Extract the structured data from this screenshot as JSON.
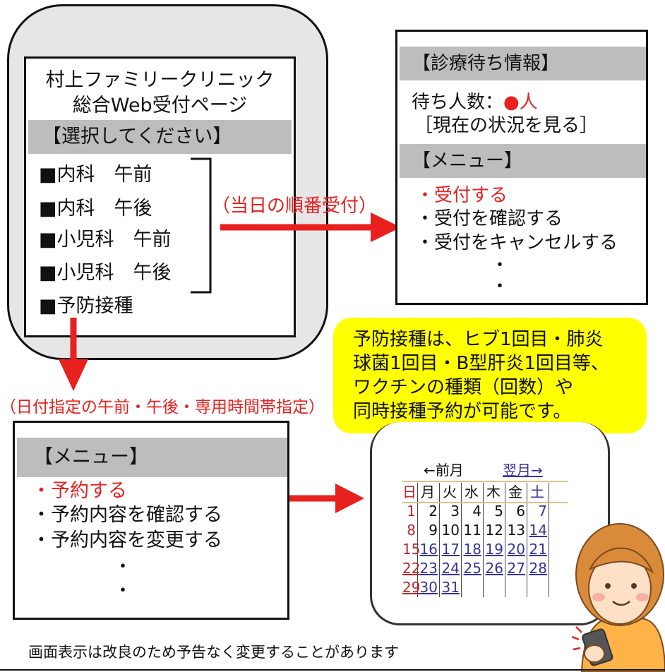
{
  "phone_screen": {
    "clinic_name": "村上ファミリークリニック",
    "page_title": "総合Web受付ページ",
    "select_header": "【選択してください】",
    "options": [
      "■内科　午前",
      "■内科　午後",
      "■小児科　午前",
      "■小児科　午後",
      "■予防接種"
    ]
  },
  "arrow_labels": {
    "same_day": "（当日の順番受付）",
    "reservation": "（日付指定の午前・午後・専用時間帯指定）"
  },
  "waiting_screen": {
    "header": "【診療待ち情報】",
    "wait_label": "待ち人数：",
    "wait_dot": "●",
    "wait_unit": "人",
    "status_link": "［現在の状況を見る］",
    "menu_header": "【メニュー】",
    "menu_items": [
      "・受付する",
      "・受付を確認する",
      "・受付をキャンセルする"
    ],
    "ellipsis": [
      "・",
      "・"
    ]
  },
  "reserve_screen": {
    "menu_header": "【メニュー】",
    "menu_items": [
      "・予約する",
      "・予約内容を確認する",
      "・予約内容を変更する"
    ],
    "ellipsis": [
      "・",
      "・"
    ]
  },
  "note": {
    "lines": [
      "予防接種は、ヒブ1回目・肺炎",
      "球菌1回目・B型肝炎1回目等、",
      "ワクチンの種類（回数）や",
      "同時接種予約が可能です。"
    ]
  },
  "calendar": {
    "prev": "←前月",
    "next": "翌月→",
    "weekdays": [
      "日",
      "月",
      "火",
      "水",
      "木",
      "金",
      "土"
    ],
    "weeks": [
      [
        "1",
        "2",
        "3",
        "4",
        "5",
        "6",
        "7"
      ],
      [
        "8",
        "9",
        "10",
        "11",
        "12",
        "13",
        "14"
      ],
      [
        "15",
        "16",
        "17",
        "18",
        "19",
        "20",
        "21"
      ],
      [
        "22",
        "23",
        "24",
        "25",
        "26",
        "27",
        "28"
      ],
      [
        "29",
        "30",
        "31",
        "",
        "",
        "",
        ""
      ]
    ]
  },
  "colors": {
    "accent_red": "#e8211f",
    "note_yellow": "#ffff00",
    "header_gray": "#bdbdbd",
    "link_blue": "#33339a"
  },
  "footer": "画面表示は改良のため予告なく変更することがあります"
}
